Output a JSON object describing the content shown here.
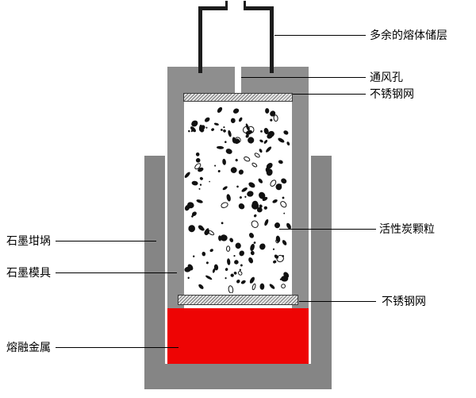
{
  "diagram": {
    "right_labels": [
      {
        "id": "excess-melt-reservoir",
        "text": "多余的熔体储层"
      },
      {
        "id": "vent-hole",
        "text": "通风孔"
      },
      {
        "id": "stainless-mesh-top",
        "text": "不锈钢网"
      },
      {
        "id": "activated-carbon",
        "text": "活性炭颗粒"
      },
      {
        "id": "stainless-mesh-bottom",
        "text": "不锈钢网"
      }
    ],
    "left_labels": [
      {
        "id": "graphite-crucible",
        "text": "石墨坩埚"
      },
      {
        "id": "graphite-mold",
        "text": "石墨模具"
      },
      {
        "id": "molten-metal",
        "text": "熔融金属"
      }
    ]
  },
  "colors": {
    "background": "#ffffff",
    "crucible_gray": "#858585",
    "mold_gray": "#8e8e8e",
    "molten_metal_red": "#ee0404",
    "tube_black": "#1c1c1c",
    "particle_black": "#111111",
    "mesh_light": "#e6e6e6",
    "leader_line": "#000000"
  },
  "particles": {
    "count": 165,
    "seed": 9
  }
}
